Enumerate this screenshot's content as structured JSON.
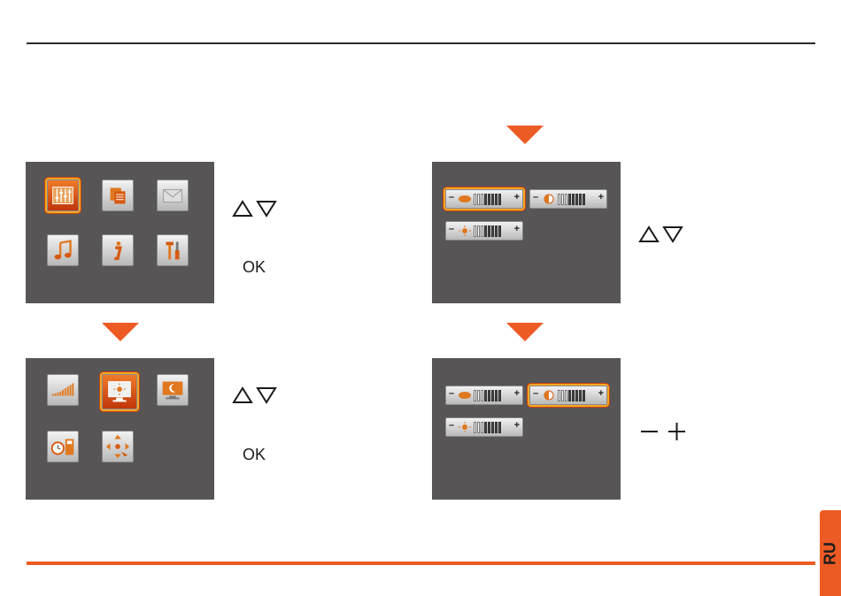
{
  "lang_tab": "RU",
  "steps": [
    {
      "nav_label": "",
      "confirm_label": "OK"
    },
    {
      "nav_label": "",
      "confirm_label": "OK"
    }
  ],
  "colors": {
    "accent": "#ec5b24",
    "screen_bg": "#575556",
    "rule": "#2b2b2b"
  },
  "icons": {
    "menu_main": [
      "equalizer-icon",
      "documents-icon",
      "mail-icon",
      "music-icon",
      "info-icon",
      "tools-icon"
    ],
    "menu_display": [
      "signal-bars-icon",
      "display-brightness-icon",
      "display-night-icon",
      "clock-calendar-icon",
      "arrows-move-icon"
    ],
    "sliders": [
      "color-saturation-icon",
      "contrast-icon",
      "brightness-icon"
    ],
    "controls": [
      "up-arrow-icon",
      "down-arrow-icon",
      "minus-icon",
      "plus-icon"
    ]
  },
  "slider_levels": {
    "color": 0.3,
    "contrast": 0.3,
    "brightness": 0.3
  }
}
